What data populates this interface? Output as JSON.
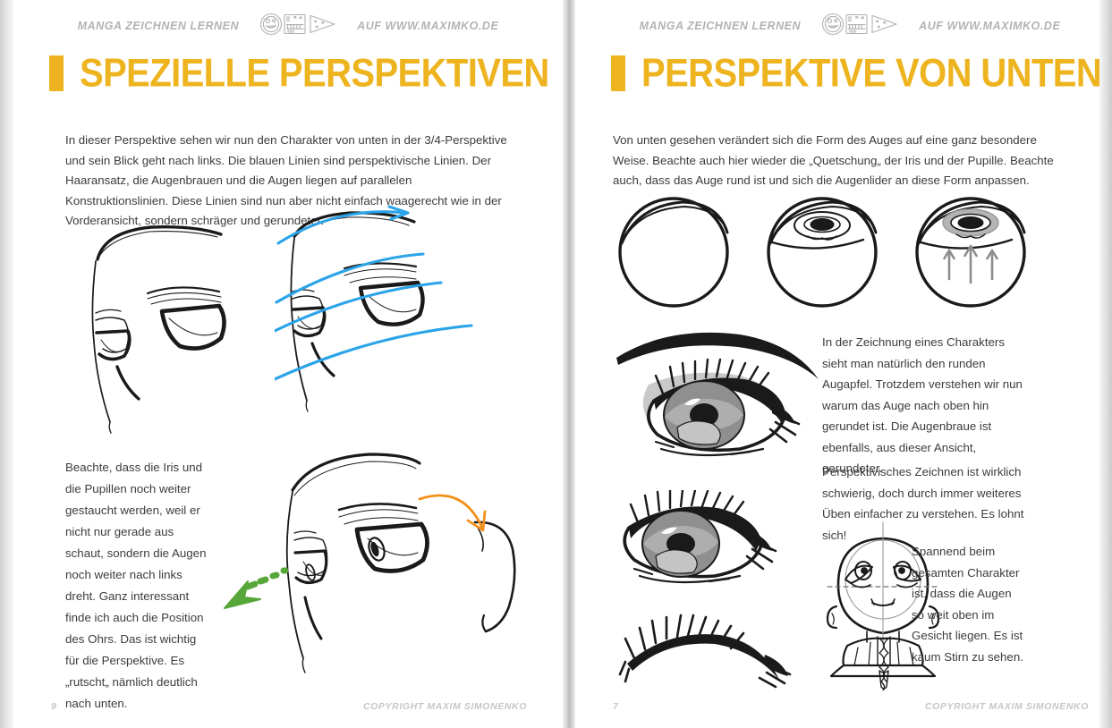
{
  "spread": {
    "accent_color": "#eeb420",
    "blue_line_color": "#2aa3e8",
    "orange_arrow_color": "#f39019",
    "green_arrow_color": "#57a639",
    "ink_color": "#1a1a1a"
  },
  "left_page": {
    "runhead": {
      "left_text": "MANGA ZEICHNEN LERNEN",
      "right_text": "AUF WWW.MAXIMKO.DE",
      "logo_name": "maximko-sketch-logo"
    },
    "title": "SPEZIELLE PERSPEKTIVEN",
    "lead_paragraph": "In dieser Perspektive sehen wir nun den Charakter von unten in der 3/4-Perspektive und sein Blick geht nach links. Die blauen Linien sind perspektivische Linien. Der Haaransatz, die Augenbrauen und die Augen liegen auf parallelen Konstruktionslinien. Diese Linien sind nun aber nicht einfach waagerecht wie in der Vorderansicht, sondern schräger und gerundeter.",
    "note_paragraph": "Beachte, dass die Iris und die Pupillen noch weiter gestaucht werden, weil er nicht nur gerade aus schaut, sondern die Augen noch weiter nach links dreht. Ganz interessant finde ich auch die Position des Ohrs. Das ist wichtig für die Perspektive. Es „rutscht„ nämlich deutlich nach unten.",
    "figures": [
      {
        "name": "face-three-quarter-from-below-plain",
        "caption": ""
      },
      {
        "name": "face-three-quarter-with-blue-perspective-lines",
        "caption": ""
      },
      {
        "name": "head-from-below-with-ear-arrows",
        "caption": ""
      }
    ],
    "footer": {
      "page_number": "9",
      "copyright": "COPYRIGHT MAXIM SIMONENKO"
    }
  },
  "right_page": {
    "runhead": {
      "left_text": "MANGA ZEICHNEN LERNEN",
      "right_text": "AUF WWW.MAXIMKO.DE",
      "logo_name": "maximko-sketch-logo"
    },
    "title": "PERSPEKTIVE VON UNTEN",
    "lead_paragraph": "Von unten gesehen verändert sich die Form des Auges auf eine ganz besondere Weise. Beachte auch hier wieder die „Quetschung„ der Iris und der Pupille. Beachte auch, dass das Auge rund ist und sich die Augenlider an diese Form anpassen.",
    "column_paragraph_1": "In der Zeichnung eines Charakters sieht man natürlich den runden Augapfel. Trotzdem verstehen wir nun warum das Auge nach oben hin gerundet ist. Die Augenbraue ist ebenfalls, aus dieser Ansicht, gerundeter.",
    "column_paragraph_2": "Perspektivisches Zeichnen ist wirklich schwierig, doch durch immer weiteres Üben einfacher zu verstehen. Es lohnt sich!",
    "column_paragraph_3": "Spannend beim gesamten Charakter ist, dass die Augen so weit oben im Gesicht liegen. Es ist kaum Stirn zu sehen.",
    "figures": [
      {
        "name": "eyeball-sphere-plain",
        "caption": ""
      },
      {
        "name": "eyeball-sphere-with-iris",
        "caption": ""
      },
      {
        "name": "eyeball-sphere-with-iris-and-up-arrows",
        "caption": ""
      },
      {
        "name": "eye-with-brow-from-below",
        "caption": ""
      },
      {
        "name": "eye-open-from-below",
        "caption": ""
      },
      {
        "name": "eye-closed-lashes",
        "caption": ""
      },
      {
        "name": "head-front-construction-lines",
        "caption": ""
      }
    ],
    "footer": {
      "page_number": "7",
      "copyright": "COPYRIGHT MAXIM SIMONENKO"
    }
  }
}
